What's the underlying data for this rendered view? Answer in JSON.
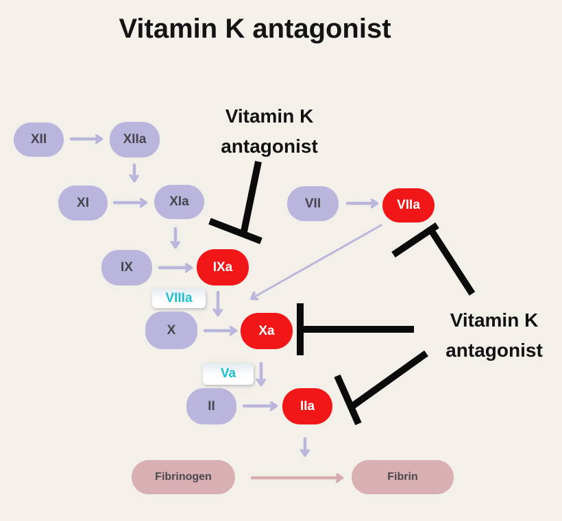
{
  "title": "Vitamin K antagonist",
  "annotations": {
    "top": {
      "line1": "Vitamin K",
      "line2": "antagonist"
    },
    "right": {
      "line1": "Vitamin K",
      "line2": "antagonist"
    }
  },
  "nodes": {
    "xii": {
      "label": "XII",
      "type": "inactive-factor"
    },
    "xiia": {
      "label": "XIIa",
      "type": "inactive-factor"
    },
    "xi": {
      "label": "XI",
      "type": "inactive-factor"
    },
    "xia": {
      "label": "XIa",
      "type": "inactive-factor"
    },
    "ix": {
      "label": "IX",
      "type": "inactive-factor"
    },
    "ixa": {
      "label": "IXa",
      "type": "activated-factor"
    },
    "vii": {
      "label": "VII",
      "type": "inactive-factor"
    },
    "viia": {
      "label": "VIIa",
      "type": "activated-factor"
    },
    "x": {
      "label": "X",
      "type": "inactive-factor"
    },
    "xa": {
      "label": "Xa",
      "type": "activated-factor"
    },
    "ii": {
      "label": "II",
      "type": "inactive-factor"
    },
    "iia": {
      "label": "IIa",
      "type": "activated-factor"
    },
    "fibrinogen": {
      "label": "Fibrinogen",
      "type": "substrate"
    },
    "fibrin": {
      "label": "Fibrin",
      "type": "substrate"
    }
  },
  "cofactors": {
    "viiia": {
      "label": "VIIIa"
    },
    "va": {
      "label": "Va"
    }
  },
  "colors": {
    "background": "#f3f0ea",
    "inactive_factor": "#b9b5dc",
    "activated_factor": "#f11719",
    "substrate": "#d8afb2",
    "cofactor_text": "#1cbfc9",
    "activation_arrow": "#b9b5dc",
    "substrate_arrow": "#d5abae",
    "inhibition_line": "#0b0b0b",
    "factor_text": "#46454e",
    "title_text": "#141414"
  }
}
